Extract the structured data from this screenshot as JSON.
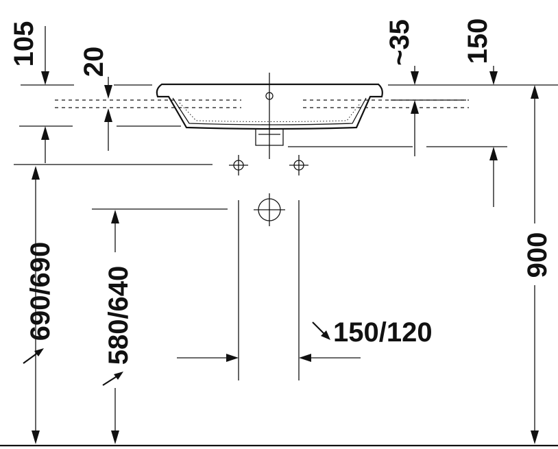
{
  "dimensions": {
    "top_105": "105",
    "top_20": "20",
    "top_35": "~35",
    "top_150": "150",
    "side_690": "690/690",
    "side_580": "580/640",
    "spacing_150": "150/120",
    "height_900": "900"
  },
  "colors": {
    "ink": "#111111",
    "background": "#ffffff"
  }
}
